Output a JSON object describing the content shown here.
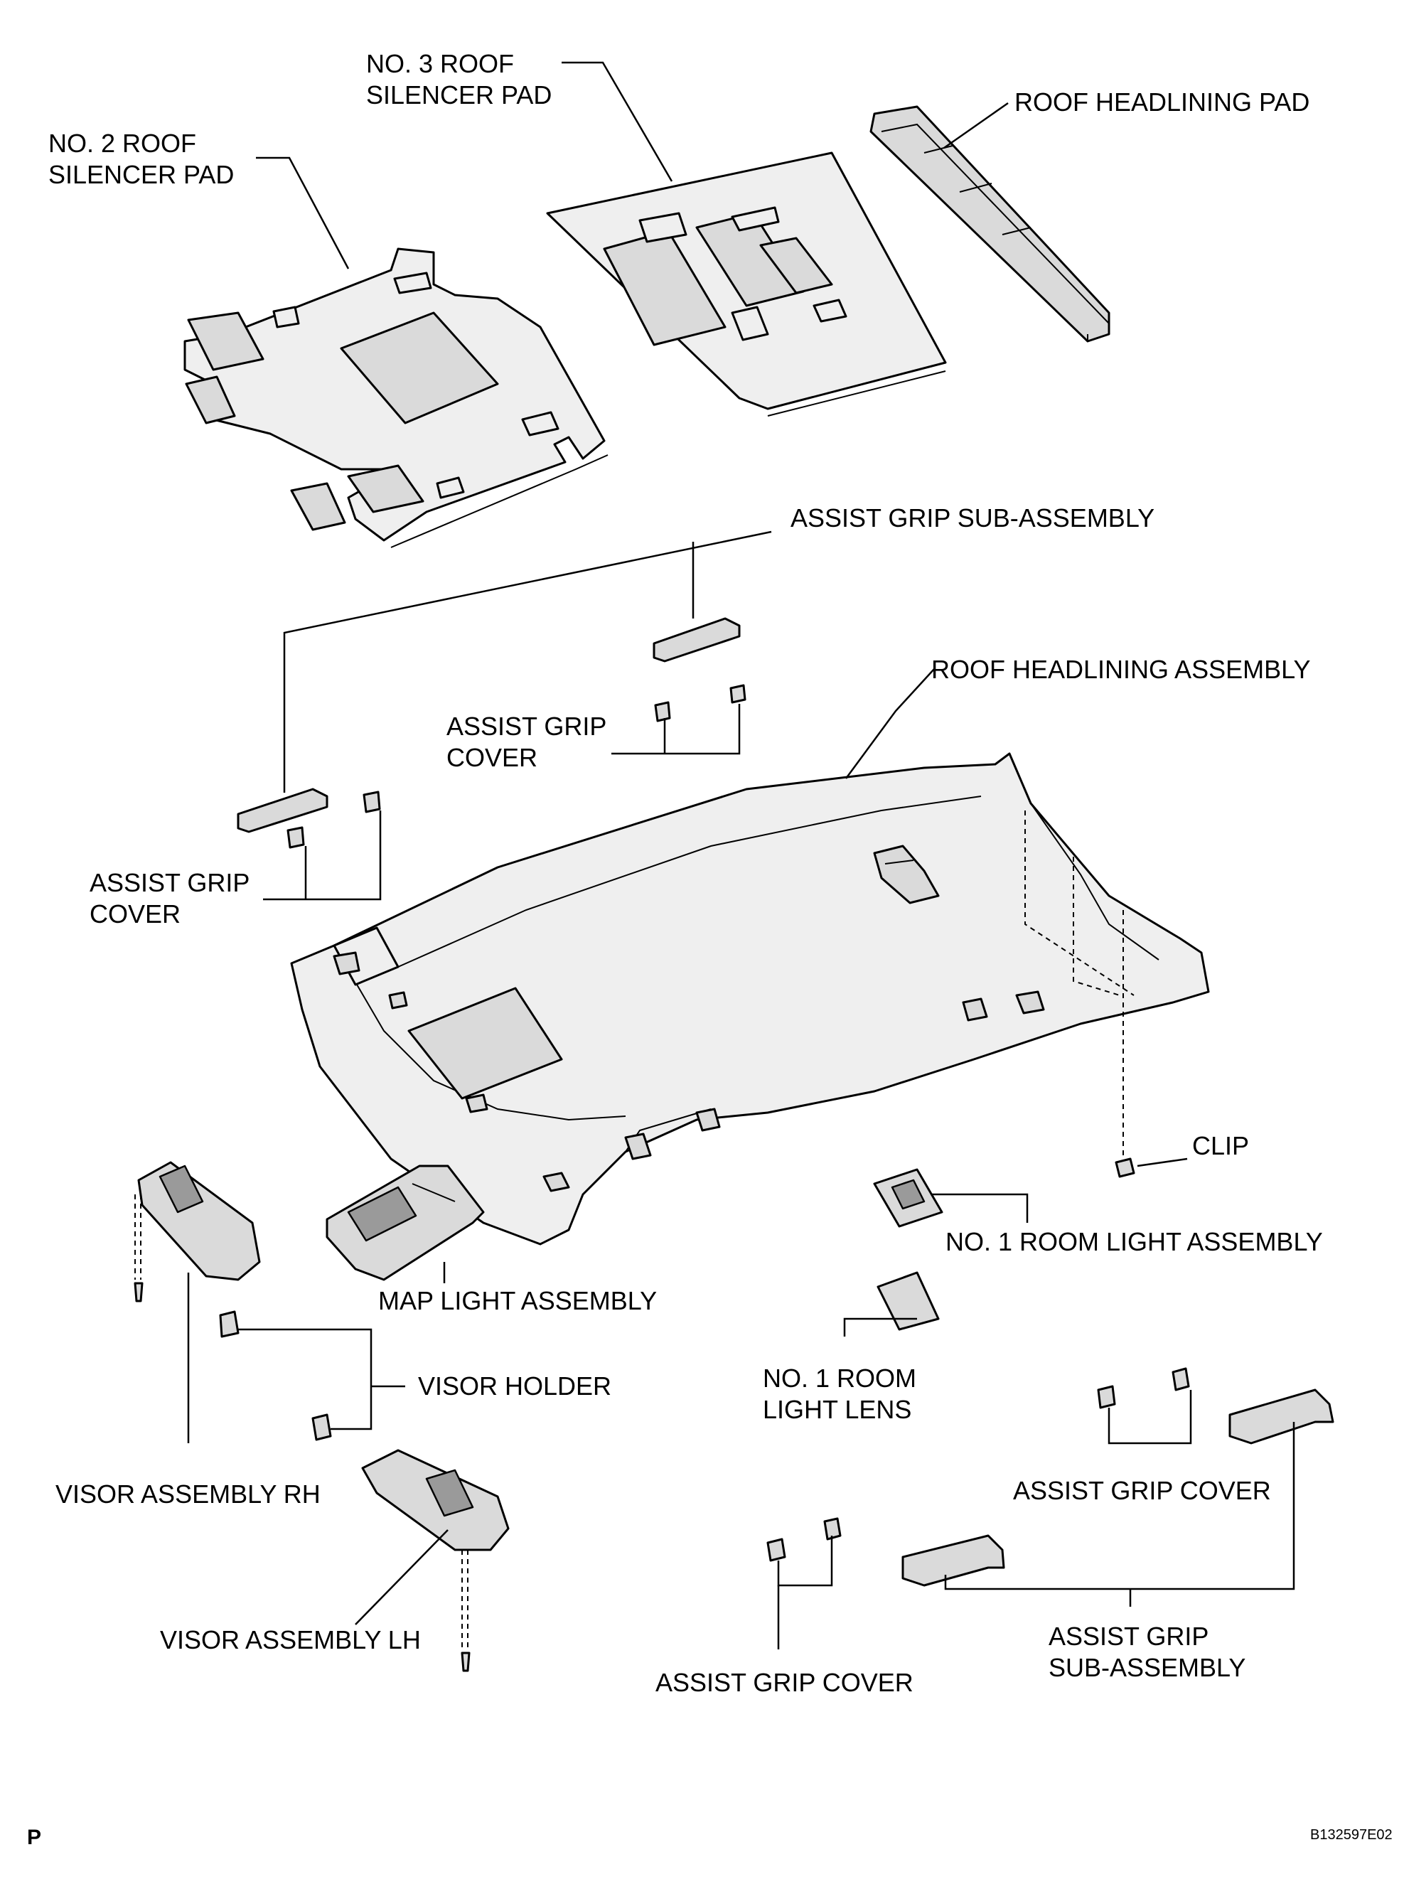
{
  "labels": {
    "no3_roof_silencer_pad": [
      "NO. 3 ROOF",
      "SILENCER PAD"
    ],
    "roof_headlining_pad": [
      "ROOF HEADLINING PAD"
    ],
    "no2_roof_silencer_pad": [
      "NO. 2 ROOF",
      "SILENCER PAD"
    ],
    "assist_grip_sub_assembly_top": [
      "ASSIST GRIP SUB-ASSEMBLY"
    ],
    "roof_headlining_assembly": [
      "ROOF HEADLINING ASSEMBLY"
    ],
    "assist_grip_cover_center": [
      "ASSIST GRIP",
      "COVER"
    ],
    "assist_grip_cover_left": [
      "ASSIST GRIP",
      "COVER"
    ],
    "clip": [
      "CLIP"
    ],
    "no1_room_light_assembly": [
      "NO. 1 ROOM LIGHT ASSEMBLY"
    ],
    "map_light_assembly": [
      "MAP LIGHT ASSEMBLY"
    ],
    "visor_holder": [
      "VISOR HOLDER"
    ],
    "no1_room_light_lens": [
      "NO. 1 ROOM",
      "LIGHT LENS"
    ],
    "visor_assembly_rh": [
      "VISOR ASSEMBLY RH"
    ],
    "assist_grip_cover_right": [
      "ASSIST GRIP COVER"
    ],
    "visor_assembly_lh": [
      "VISOR ASSEMBLY LH"
    ],
    "assist_grip_sub_assembly_bottom": [
      "ASSIST GRIP",
      "SUB-ASSEMBLY"
    ],
    "assist_grip_cover_bottom": [
      "ASSIST GRIP COVER"
    ]
  },
  "corner_text": {
    "left": "P",
    "right": "B132597E02"
  }
}
